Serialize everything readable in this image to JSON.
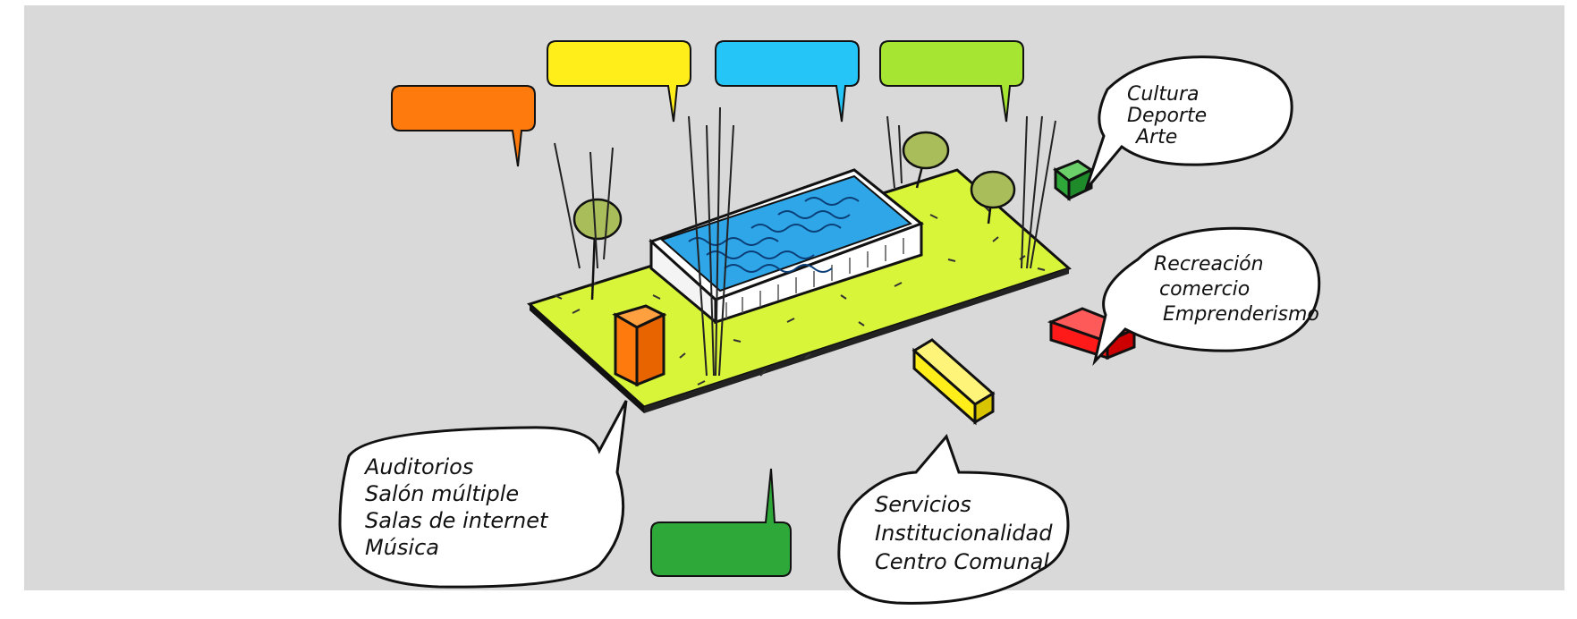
{
  "colors": {
    "background": "#d9d9d9",
    "plaza": "#d8f53a",
    "pool": "#2fa6e8",
    "orange": "#ff7a0d",
    "yellow": "#ffee1a",
    "cyan": "#25c6f7",
    "lime": "#a6e632",
    "green": "#2fa83a",
    "red": "#ff1a1a",
    "tree": "#a9bd5a"
  },
  "callouts": {
    "cultura": [
      "Cultura",
      "Deporte",
      "Arte"
    ],
    "recreacion": [
      "Recreación",
      "comercio",
      "Emprenderismo"
    ],
    "auditorios": [
      "Auditorios",
      "Salón múltiple",
      "Salas de internet",
      "Música"
    ],
    "servicios": [
      "Servicios",
      "Institucionalidad",
      "Centro Comunal"
    ]
  }
}
